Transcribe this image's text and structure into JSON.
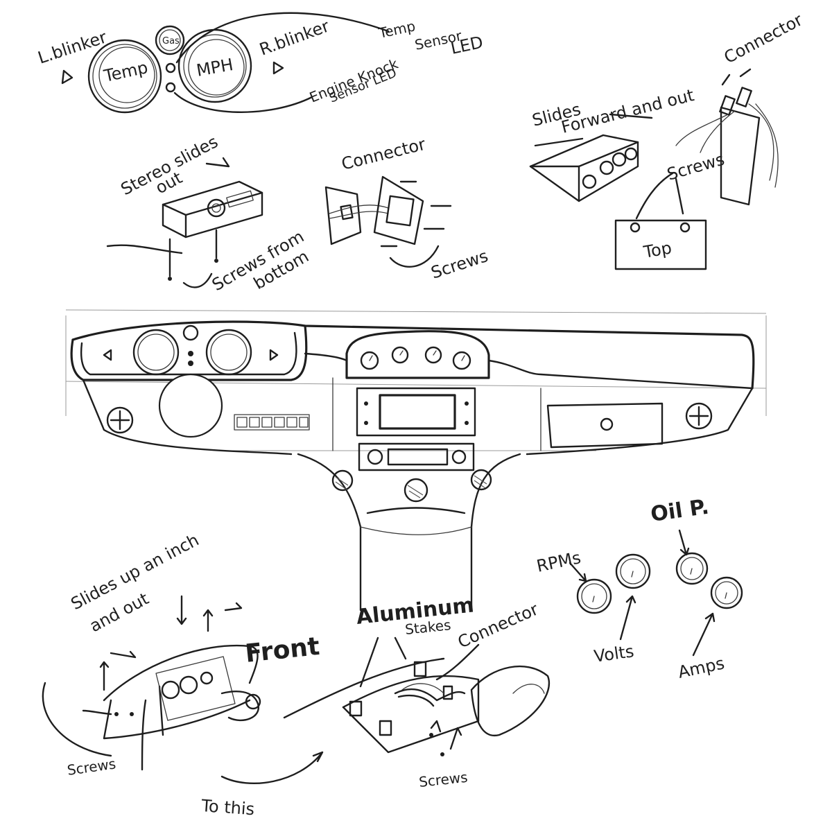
{
  "labels": {
    "l_blinker": "L.blinker",
    "gas": "Gas",
    "temp": "Temp",
    "mph": "MPH",
    "r_blinker": "R.blinker",
    "temp_sensor": "Temp",
    "temp_sensor_2": "Sensor",
    "temp_sensor_3": "LED",
    "engine_knock_1": "Engine Knock",
    "engine_knock_2": "Sensor LED",
    "stereo_slides_1": "Stereo slides",
    "stereo_slides_2": "out",
    "screws_from_bottom_1": "Screws from",
    "screws_from_bottom_2": "bottom",
    "connector_mid": "Connector",
    "screws_mid": "Screws",
    "slides_forward_1": "Slides",
    "slides_forward_2": "Forward and out",
    "connector_right": "Connector",
    "screws_right": "Screws",
    "top": "Top",
    "slides_up_1": "Slides up an inch",
    "slides_up_2": "and out",
    "front": "Front",
    "screws_bottom_left": "Screws",
    "to_this": "To this",
    "aluminum_stakes_1": "Aluminum",
    "aluminum_stakes_2": "Stakes",
    "connector_bottom": "Connector",
    "screws_bottom_mid": "Screws",
    "oil_p": "Oil P.",
    "rpms": "RPMs",
    "volts": "Volts",
    "amps": "Amps"
  }
}
